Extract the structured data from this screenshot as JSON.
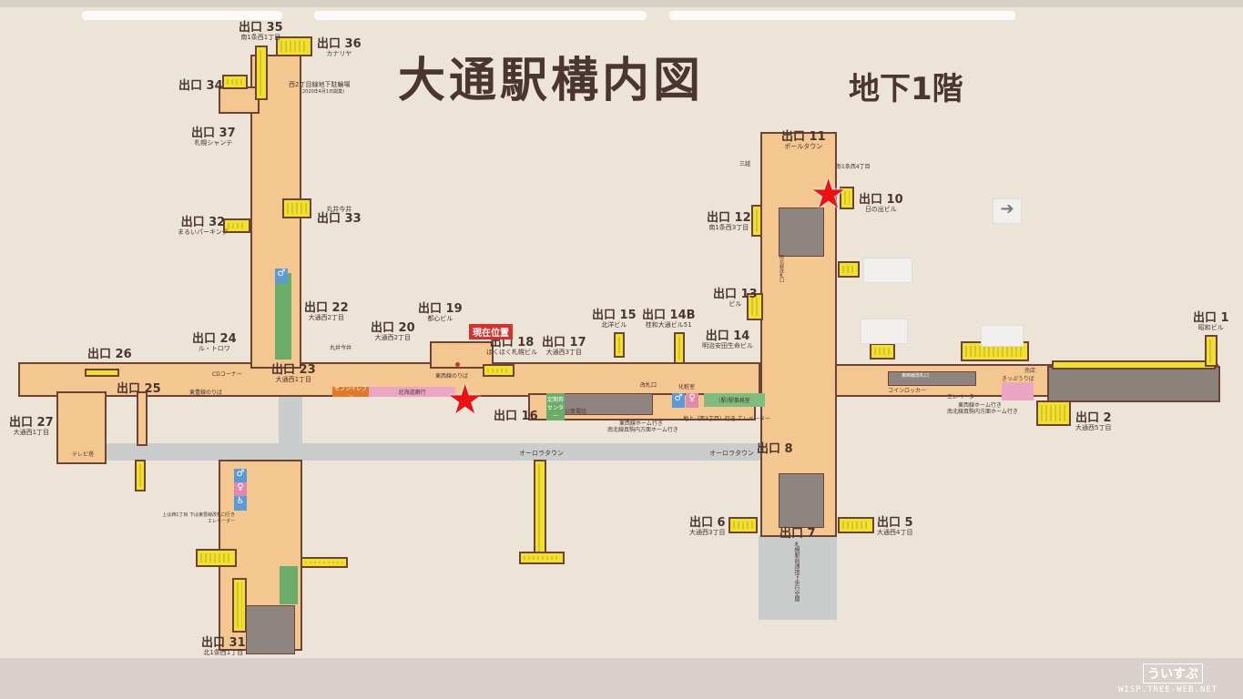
{
  "title": {
    "main": "大通駅構内図",
    "floor": "地下1階"
  },
  "current_location": "現在位置",
  "colors": {
    "corridor": "#f3c78f",
    "border": "#6e4335",
    "stairs": "#f0e030",
    "gates": "#8f8580",
    "star": "#ee1111",
    "passage": "#c9cdcc"
  },
  "exits": [
    {
      "id": "35",
      "label": "出口 35",
      "sub": "南1条西1丁目"
    },
    {
      "id": "36",
      "label": "出口 36",
      "sub": "カナリヤ"
    },
    {
      "id": "34",
      "label": "出口 34",
      "sub": ""
    },
    {
      "id": "37",
      "label": "出口 37",
      "sub": "札幌シャンテ"
    },
    {
      "id": "32",
      "label": "出口 32",
      "sub": "まるいパーキング"
    },
    {
      "id": "33",
      "label": "出口 33",
      "sub": "丸井今井"
    },
    {
      "id": "22",
      "label": "出口 22",
      "sub": "大通西2丁目"
    },
    {
      "id": "24",
      "label": "出口 24",
      "sub": "ル・トロワ"
    },
    {
      "id": "26",
      "label": "出口 26",
      "sub": ""
    },
    {
      "id": "23",
      "label": "出口 23",
      "sub": "大通西1丁目"
    },
    {
      "id": "25",
      "label": "出口 25",
      "sub": ""
    },
    {
      "id": "27",
      "label": "出口 27",
      "sub": "大通西1丁目"
    },
    {
      "id": "20",
      "label": "出口 20",
      "sub": "大通西2丁目"
    },
    {
      "id": "19",
      "label": "出口 19",
      "sub": "都心ビル"
    },
    {
      "id": "18",
      "label": "出口 18",
      "sub": "ほくほく札幌ビル"
    },
    {
      "id": "17",
      "label": "出口 17",
      "sub": "大通西3丁目"
    },
    {
      "id": "16",
      "label": "出口 16",
      "sub": ""
    },
    {
      "id": "15",
      "label": "出口 15",
      "sub": "北洋ビル"
    },
    {
      "id": "14B",
      "label": "出口 14B",
      "sub": "桂和大通ビル51"
    },
    {
      "id": "14",
      "label": "出口 14",
      "sub": "明治安田生命ビル"
    },
    {
      "id": "13",
      "label": "出口 13",
      "sub": "ビル"
    },
    {
      "id": "12",
      "label": "出口 12",
      "sub": "南1条西3丁目"
    },
    {
      "id": "11",
      "label": "出口 11",
      "sub": "ポールタウン"
    },
    {
      "id": "10",
      "label": "出口 10",
      "sub": "日の出ビル"
    },
    {
      "id": "8",
      "label": "出口 8",
      "sub": ""
    },
    {
      "id": "7",
      "label": "出口 7",
      "sub": ""
    },
    {
      "id": "6",
      "label": "出口 6",
      "sub": "大通西3丁目"
    },
    {
      "id": "5",
      "label": "出口 5",
      "sub": "大通西4丁目"
    },
    {
      "id": "2",
      "label": "出口 2",
      "sub": "大通西5丁目"
    },
    {
      "id": "1",
      "label": "出口 1",
      "sub": "昭和ビル"
    },
    {
      "id": "31",
      "label": "出口 31",
      "sub": "北1条西1丁目"
    }
  ],
  "notes": {
    "bicycle": "西2丁目線地下駐輪場",
    "bicycle_date": "(2020年4月1日開業)",
    "marui": "丸井今井",
    "mitsukoshi": "三越",
    "s1w4": "南1条西4丁目",
    "aurora1": "オーロラタウン",
    "aurora2": "オーロラタウン",
    "seven": "セブンイレブン",
    "hokkaido": "北海道銀行",
    "tozai_platform": "東西線のりば",
    "toho_platform": "東豊線のりば",
    "cd": "CDコーナー",
    "phone": "公衆電話",
    "toilet": "化粧室",
    "station_office": "(駅)駅事務室",
    "ticket_gate": "改札口",
    "elevator": "エレベーター",
    "elevator_w3": "地上（西3丁目）行き エレベーター",
    "tozai_home": "東西線ホーム行き",
    "namboku_home": "南北線真駒内方面ホーム行き",
    "coin_locker": "コインロッカー",
    "kippu": "きっぷうりば",
    "tv_tower": "テレビ塔",
    "teiki": "定期券センター",
    "underground_walkway": "札幌駅前通地下歩行空間",
    "elev_31": "上は西1丁目 下は東豊線改札口行き エレベーター",
    "namboku_gate": "南北線改札口",
    "tozai_gate": "東西線改札口",
    "shop": "売店"
  },
  "watermark": {
    "logo": "ういすぷ",
    "url": "WISP.TREE-WEB.NET"
  }
}
